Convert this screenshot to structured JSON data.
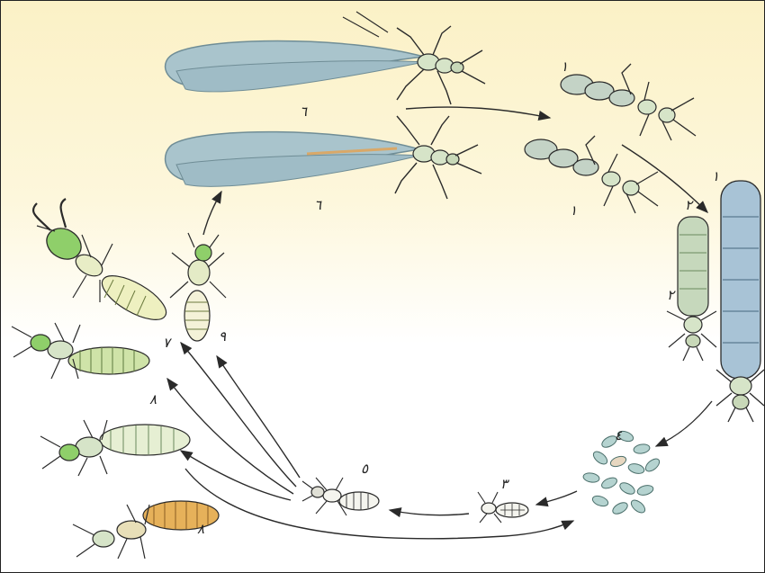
{
  "colors": {
    "background_top": "#fbf1c6",
    "wing": "#a9c4cc",
    "wing_edge": "#6f8d96",
    "body_pale": "#d6e4c8",
    "body_green": "#8fcf6a",
    "body_orange": "#e6b15a",
    "queen_blue": "#a8c3d6",
    "egg": "#b5d3d0",
    "ink": "#2a2a2a"
  },
  "stages": {
    "s1": "١",
    "s2": "٢",
    "s3": "٣",
    "s4": "٤",
    "s5": "٥",
    "s6": "٦",
    "s7": "٧",
    "s8": "٨",
    "s9": "٩"
  },
  "icons": {
    "winged_adult": "winged-termite-icon",
    "dealate": "dealate-termite-icon",
    "queen": "queen-termite-icon",
    "king": "king-termite-icon",
    "eggs": "egg-cluster-icon",
    "larva": "larva-icon",
    "nymph": "nymph-icon",
    "worker": "worker-termite-icon",
    "soldier": "soldier-termite-icon"
  }
}
